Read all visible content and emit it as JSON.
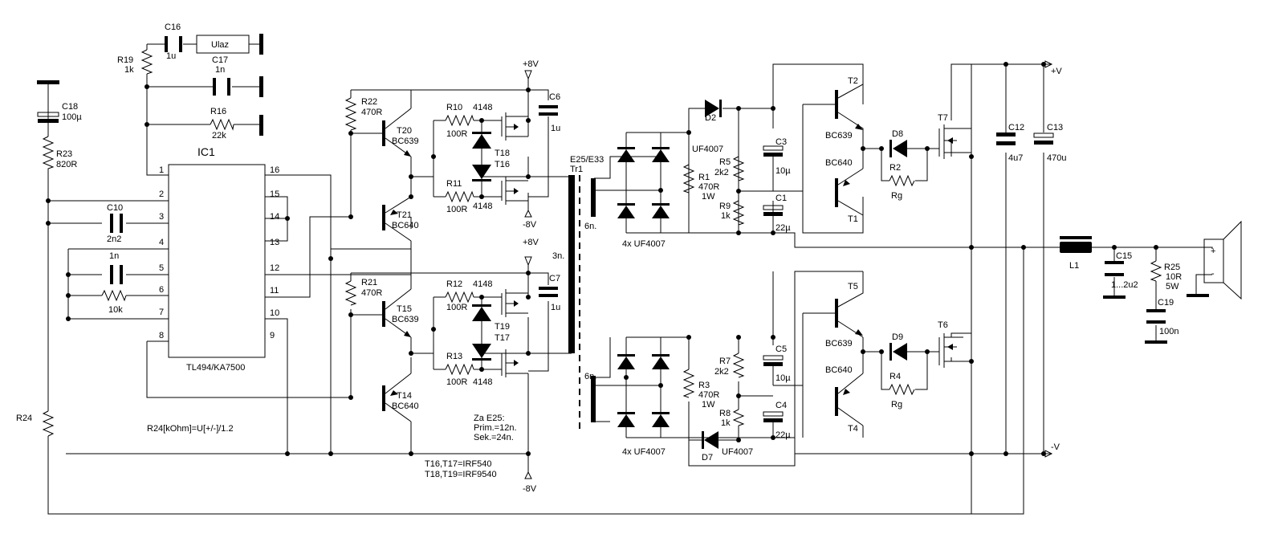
{
  "ic": {
    "ref": "IC1",
    "part": "TL494/KA7500",
    "pins": [
      "1",
      "2",
      "3",
      "4",
      "5",
      "6",
      "7",
      "8",
      "9",
      "10",
      "11",
      "12",
      "13",
      "14",
      "15",
      "16"
    ]
  },
  "rails": {
    "p8a": "+8V",
    "m8a": "-8V",
    "p8b": "+8V",
    "m8b": "-8V",
    "pv": "+V",
    "mv": "-V"
  },
  "labels": {
    "ulaz": "Ulaz",
    "c16": "C16",
    "c16v": "1u",
    "c17": "C17",
    "c17v": "1n",
    "c18": "C18",
    "c18v": "100µ",
    "r19": "R19",
    "r19v": "1k",
    "r16": "R16",
    "r16v": "22k",
    "r23": "R23",
    "r23v": "820R",
    "c10": "C10",
    "c10v": "2n2",
    "c1n": "1n",
    "r10k": "10k",
    "r24": "R24",
    "r24f": "R24[kOhm]=U[+/-]/1.2",
    "r22": "R22",
    "r22v": "470R",
    "r21": "R21",
    "r21v": "470R",
    "t20": "T20",
    "t20v": "BC639",
    "t21": "T21",
    "t21v": "BC640",
    "t15": "T15",
    "t15v": "BC639",
    "t14": "T14",
    "t14v": "BC640",
    "r10": "R10",
    "r10v": "100R",
    "r11": "R11",
    "r11v": "100R",
    "r12": "R12",
    "r12v": "100R",
    "r13": "R13",
    "r13v": "100R",
    "d4148a": "4148",
    "d4148b": "4148",
    "d4148c": "4148",
    "d4148d": "4148",
    "t18": "T18",
    "t16": "T16",
    "t19": "T19",
    "t17": "T17",
    "c6": "C6",
    "c6v": "1u",
    "c7": "C7",
    "c7v": "1u",
    "tr": "E25/E33",
    "tr1": "Tr1",
    "n3": "3n.",
    "n6a": "6n.",
    "n6b": "6n.",
    "za1": "Za E25:",
    "za2": "Prim.=12n.",
    "za3": "Sek.=24n.",
    "mos1": "T16,T17=IRF540",
    "mos2": "T18,T19=IRF9540",
    "br1": "4x UF4007",
    "br2": "4x UF4007",
    "d2": "D2",
    "d2v": "UF4007",
    "d7": "D7",
    "d7v": "UF4007",
    "r1": "R1",
    "r1v": "470R",
    "r1w": "1W",
    "r3": "R3",
    "r3v": "470R",
    "r3w": "1W",
    "r5": "R5",
    "r5v": "2k2",
    "r9": "R9",
    "r9v": "1k",
    "r7": "R7",
    "r7v": "2k2",
    "r8": "R8",
    "r8v": "1k",
    "c3": "C3",
    "c3v": "10µ",
    "c1": "C1",
    "c1v": "22µ",
    "c5": "C5",
    "c5v": "10µ",
    "c4": "C4",
    "c4v": "22µ",
    "t2": "T2",
    "t2v": "BC639",
    "t1v": "BC640",
    "t1": "T1",
    "t5": "T5",
    "t5v": "BC639",
    "t4v": "BC640",
    "t4": "T4",
    "d8": "D8",
    "d9": "D9",
    "r2": "R2",
    "r2v": "Rg",
    "r4": "R4",
    "r4v": "Rg",
    "t7": "T7",
    "t6": "T6",
    "c12": "C12",
    "c12v": "4u7",
    "c13": "C13",
    "c13v": "470u",
    "l1": "L1",
    "c15": "C15",
    "c15v": "1...2u2",
    "r25": "R25",
    "r25v": "10R",
    "r25w": "5W",
    "c19": "C19",
    "c19v": "100n",
    "spkp": "+",
    "spkm": "-"
  },
  "colors": {
    "ink": "#000000",
    "paper": "#ffffff"
  }
}
